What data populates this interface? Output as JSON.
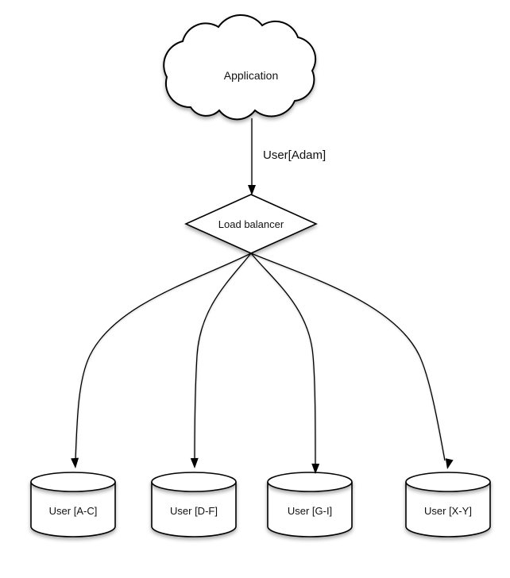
{
  "diagram": {
    "type": "sharding-architecture-diagram",
    "background_color": "#ffffff",
    "line_color": "#000000",
    "shape_fill_color": "#ffffff",
    "text_color": "#111111",
    "nodes": {
      "application": {
        "label": "Application",
        "shape": "cloud"
      },
      "load_balancer": {
        "label": "Load balancer",
        "shape": "diamond"
      },
      "shard_ac": {
        "label": "User [A-C]",
        "shape": "cylinder"
      },
      "shard_df": {
        "label": "User [D-F]",
        "shape": "cylinder"
      },
      "shard_gi": {
        "label": "User [G-I]",
        "shape": "cylinder"
      },
      "shard_xy": {
        "label": "User [X-Y]",
        "shape": "cylinder"
      }
    },
    "edges": [
      {
        "from": "application",
        "to": "load_balancer",
        "label": "User[Adam]"
      },
      {
        "from": "load_balancer",
        "to": "shard_ac"
      },
      {
        "from": "load_balancer",
        "to": "shard_df"
      },
      {
        "from": "load_balancer",
        "to": "shard_gi"
      },
      {
        "from": "load_balancer",
        "to": "shard_xy"
      }
    ]
  }
}
